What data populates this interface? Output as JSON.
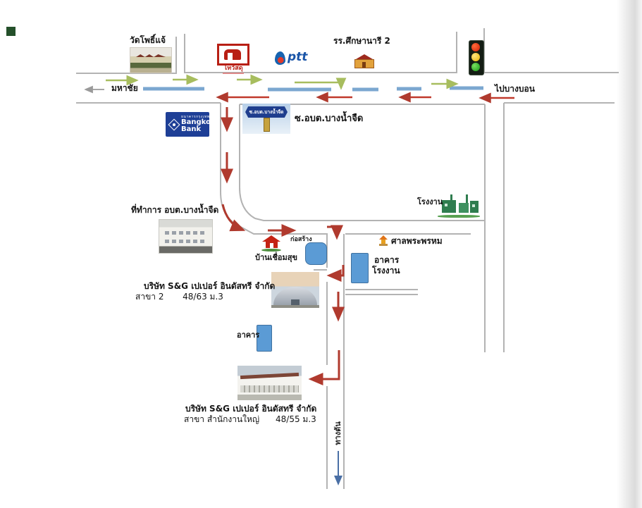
{
  "colors": {
    "road_line": "#b3b3b3",
    "median_dash": "#7ba7d0",
    "arrow_red": "#c0392b",
    "route_red": "#b03a2e",
    "arrow_green": "#a7bd5e",
    "arrow_gray": "#9a9a9a",
    "arrow_blue": "#4a6fa5",
    "bank_navy": "#1e3f96",
    "sign_blue": "#1f3e8e",
    "box_blue": "#5b9bd5"
  },
  "roads": {
    "mahachai": "มหาชัย",
    "to_bangbon": "ไปบางบอน",
    "dead_end": "ทางตัน"
  },
  "landmarks": {
    "temple": {
      "label": "วัดโพธิ์แจ้"
    },
    "materials_store": {
      "label": "โทวัสดุ"
    },
    "ptt": {
      "label": "ptt"
    },
    "school": {
      "label": "รร.ศึกษานารี 2"
    },
    "bank": {
      "thai": "ธนาคารกรุงเทพ",
      "line1": "Bangkok",
      "line2": "Bank"
    },
    "soi_sign": {
      "sign_text": "ซ.อบต.บางน้ำจืด",
      "label": "ซ.อบต.บางน้ำจืด"
    },
    "sao_office": {
      "label": "ที่ทำการ อบต.บางน้ำจืด"
    },
    "factory": {
      "label": "โรงงาน"
    },
    "house": {
      "label": "บ้านเชื่อมสุข"
    },
    "construction": {
      "label": "ก่อสร้าง"
    },
    "shrine": {
      "label": "ศาลพระพรหม"
    },
    "factory_building": {
      "line1": "อาคาร",
      "line2": "โรงงาน"
    },
    "building": {
      "label": "อาคาร"
    },
    "branch2": {
      "name": "บริษัท S&G เปเปอร์ อินดัสทรี จำกัด",
      "detail": "สาขา 2       48/63 ม.3"
    },
    "headquarters": {
      "name": "บริษัท S&G เปเปอร์ อินดัสทรี จำกัด",
      "detail": "สาขา สำนักงานใหญ่      48/55 ม.3"
    }
  }
}
